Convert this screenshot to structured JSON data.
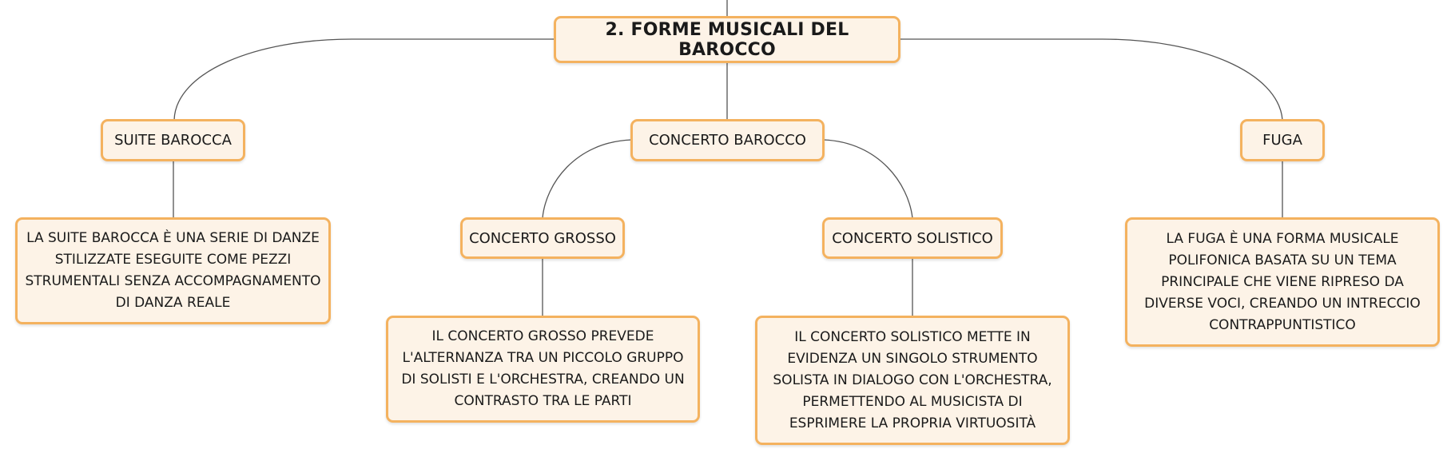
{
  "nodes": {
    "root": "2. FORME MUSICALI DEL BAROCCO",
    "suite": "SUITE BAROCCA",
    "concerto": "CONCERTO BAROCCO",
    "fuga": "FUGA",
    "grosso": "CONCERTO GROSSO",
    "solistico": "CONCERTO SOLISTICO",
    "suite_desc": "LA SUITE BAROCCA È UNA SERIE DI DANZE STILIZZATE ESEGUITE COME PEZZI STRUMENTALI SENZA ACCOMPAGNAMENTO DI DANZA REALE",
    "grosso_desc": "IL CONCERTO GROSSO PREVEDE L'ALTERNANZA TRA UN PICCOLO GRUPPO DI SOLISTI E L'ORCHESTRA, CREANDO UN CONTRASTO TRA LE PARTI",
    "solistico_desc": "IL CONCERTO SOLISTICO METTE IN EVIDENZA UN SINGOLO STRUMENTO SOLISTA IN DIALOGO CON L'ORCHESTRA, PERMETTENDO AL MUSICISTA DI ESPRIMERE LA PROPRIA VIRTUOSITÀ",
    "fuga_desc": "LA FUGA È UNA FORMA MUSICALE POLIFONICA BASATA SU UN TEMA PRINCIPALE CHE VIENE RIPRESO DA DIVERSE VOCI, CREANDO UN INTRECCIO CONTRAPPUNTISTICO"
  },
  "colors": {
    "node_fill": "#fdf3e7",
    "node_border": "#f4b25f",
    "connector": "#555555"
  }
}
